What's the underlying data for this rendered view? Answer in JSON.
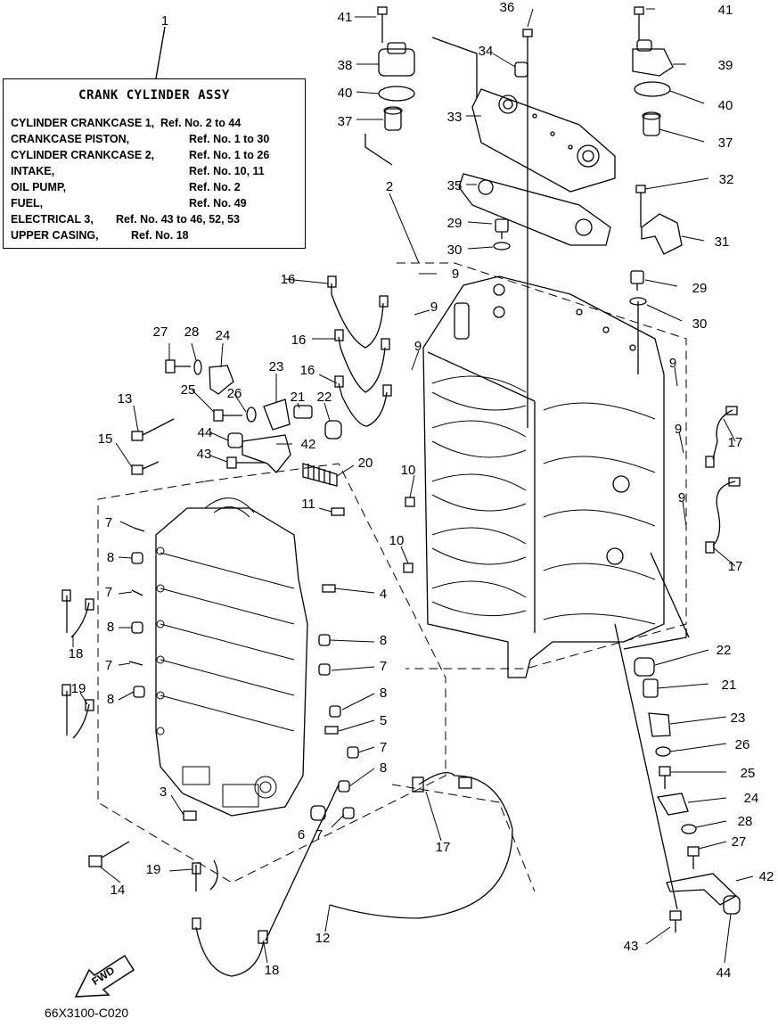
{
  "info_box": {
    "title": "CRANK CYLINDER ASSY",
    "rows": [
      {
        "name": "CYLINDER CRANKCASE 1,",
        "ref": "Ref. No. 2 to 44"
      },
      {
        "name": "CRANKCASE PISTON,",
        "ref": "Ref. No. 1 to 30"
      },
      {
        "name": "CYLINDER CRANKCASE 2,",
        "ref": "Ref. No. 1 to 26"
      },
      {
        "name": "INTAKE,",
        "ref": "Ref. No. 10, 11"
      },
      {
        "name": "OIL PUMP,",
        "ref": "Ref. No. 2"
      },
      {
        "name": "FUEL,",
        "ref": "Ref. No. 49"
      },
      {
        "name": "ELECTRICAL 3,",
        "ref": "Ref. No. 43 to 46, 52, 53"
      },
      {
        "name": "UPPER CASING,",
        "ref": "Ref. No. 18"
      }
    ]
  },
  "callouts": {
    "c1": "1",
    "c2": "2",
    "c3": "3",
    "c4": "4",
    "c5": "5",
    "c6": "6",
    "c6b": "7",
    "c7a": "7",
    "c7b": "7",
    "c7c": "7",
    "c7d": "7",
    "c7e": "7",
    "c7f": "7",
    "c8a": "8",
    "c8b": "8",
    "c8c": "8",
    "c8d": "8",
    "c8e": "8",
    "c8f": "8",
    "c8g": "8",
    "c9a": "9",
    "c9b": "9",
    "c9c": "9",
    "c9d": "9",
    "c9e": "9",
    "c9f": "9",
    "c10a": "10",
    "c10b": "10",
    "c11": "11",
    "c12": "12",
    "c13": "13",
    "c14": "14",
    "c15": "15",
    "c16a": "16",
    "c16b": "16",
    "c16c": "16",
    "c17a": "17",
    "c17b": "17",
    "c17c": "17",
    "c17d": "17",
    "c18a": "18",
    "c18b": "18",
    "c19a": "19",
    "c19b": "19",
    "c20": "20",
    "c21a": "21",
    "c21b": "21",
    "c22a": "22",
    "c22b": "22",
    "c23a": "23",
    "c23b": "23",
    "c24a": "24",
    "c24b": "24",
    "c25a": "25",
    "c25b": "25",
    "c26a": "26",
    "c26b": "26",
    "c27a": "27",
    "c27b": "27",
    "c28a": "28",
    "c28b": "28",
    "c29a": "29",
    "c29b": "29",
    "c30a": "30",
    "c30b": "30",
    "c31": "31",
    "c32": "32",
    "c33": "33",
    "c34": "34",
    "c35": "35",
    "c36": "36",
    "c37a": "37",
    "c37b": "37",
    "c38": "38",
    "c39": "39",
    "c40a": "40",
    "c40b": "40",
    "c41a": "41",
    "c41b": "41",
    "c42a": "42",
    "c42b": "42",
    "c43a": "43",
    "c43b": "43",
    "c44a": "44",
    "c44b": "44"
  },
  "fwd_label": "FWD",
  "drawing_code": "66X3100-C020"
}
